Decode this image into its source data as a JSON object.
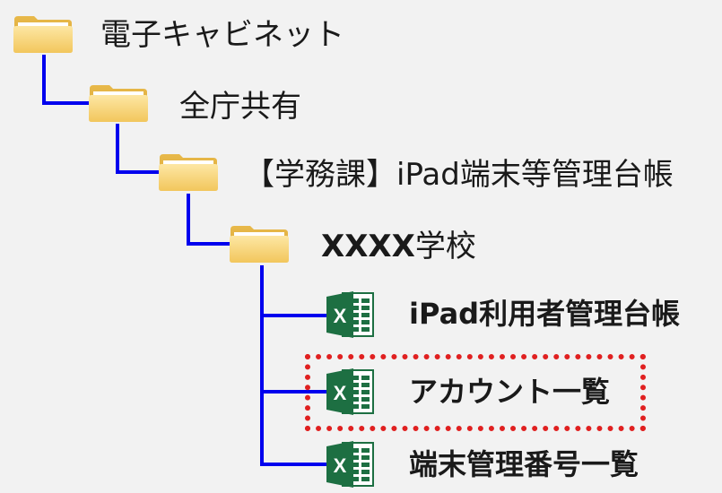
{
  "colors": {
    "connector": "#0000ee",
    "highlight": "#e02020",
    "folder": "#f4cc6a",
    "excel": "#1d6f42"
  },
  "tree": {
    "root": {
      "label": "電子キャビネット",
      "icon": "folder-icon"
    },
    "level1": {
      "label": "全庁共有",
      "icon": "folder-icon"
    },
    "level2": {
      "label": "【学務課】iPad端末等管理台帳",
      "icon": "folder-icon"
    },
    "level3": {
      "label_bold": "XXXX",
      "label_rest": "学校",
      "icon": "folder-icon"
    },
    "files": [
      {
        "label": "iPad利用者管理台帳",
        "icon": "excel-icon",
        "highlighted": false
      },
      {
        "label": "アカウント一覧",
        "icon": "excel-icon",
        "highlighted": true
      },
      {
        "label": "端末管理番号一覧",
        "icon": "excel-icon",
        "highlighted": false
      }
    ]
  }
}
